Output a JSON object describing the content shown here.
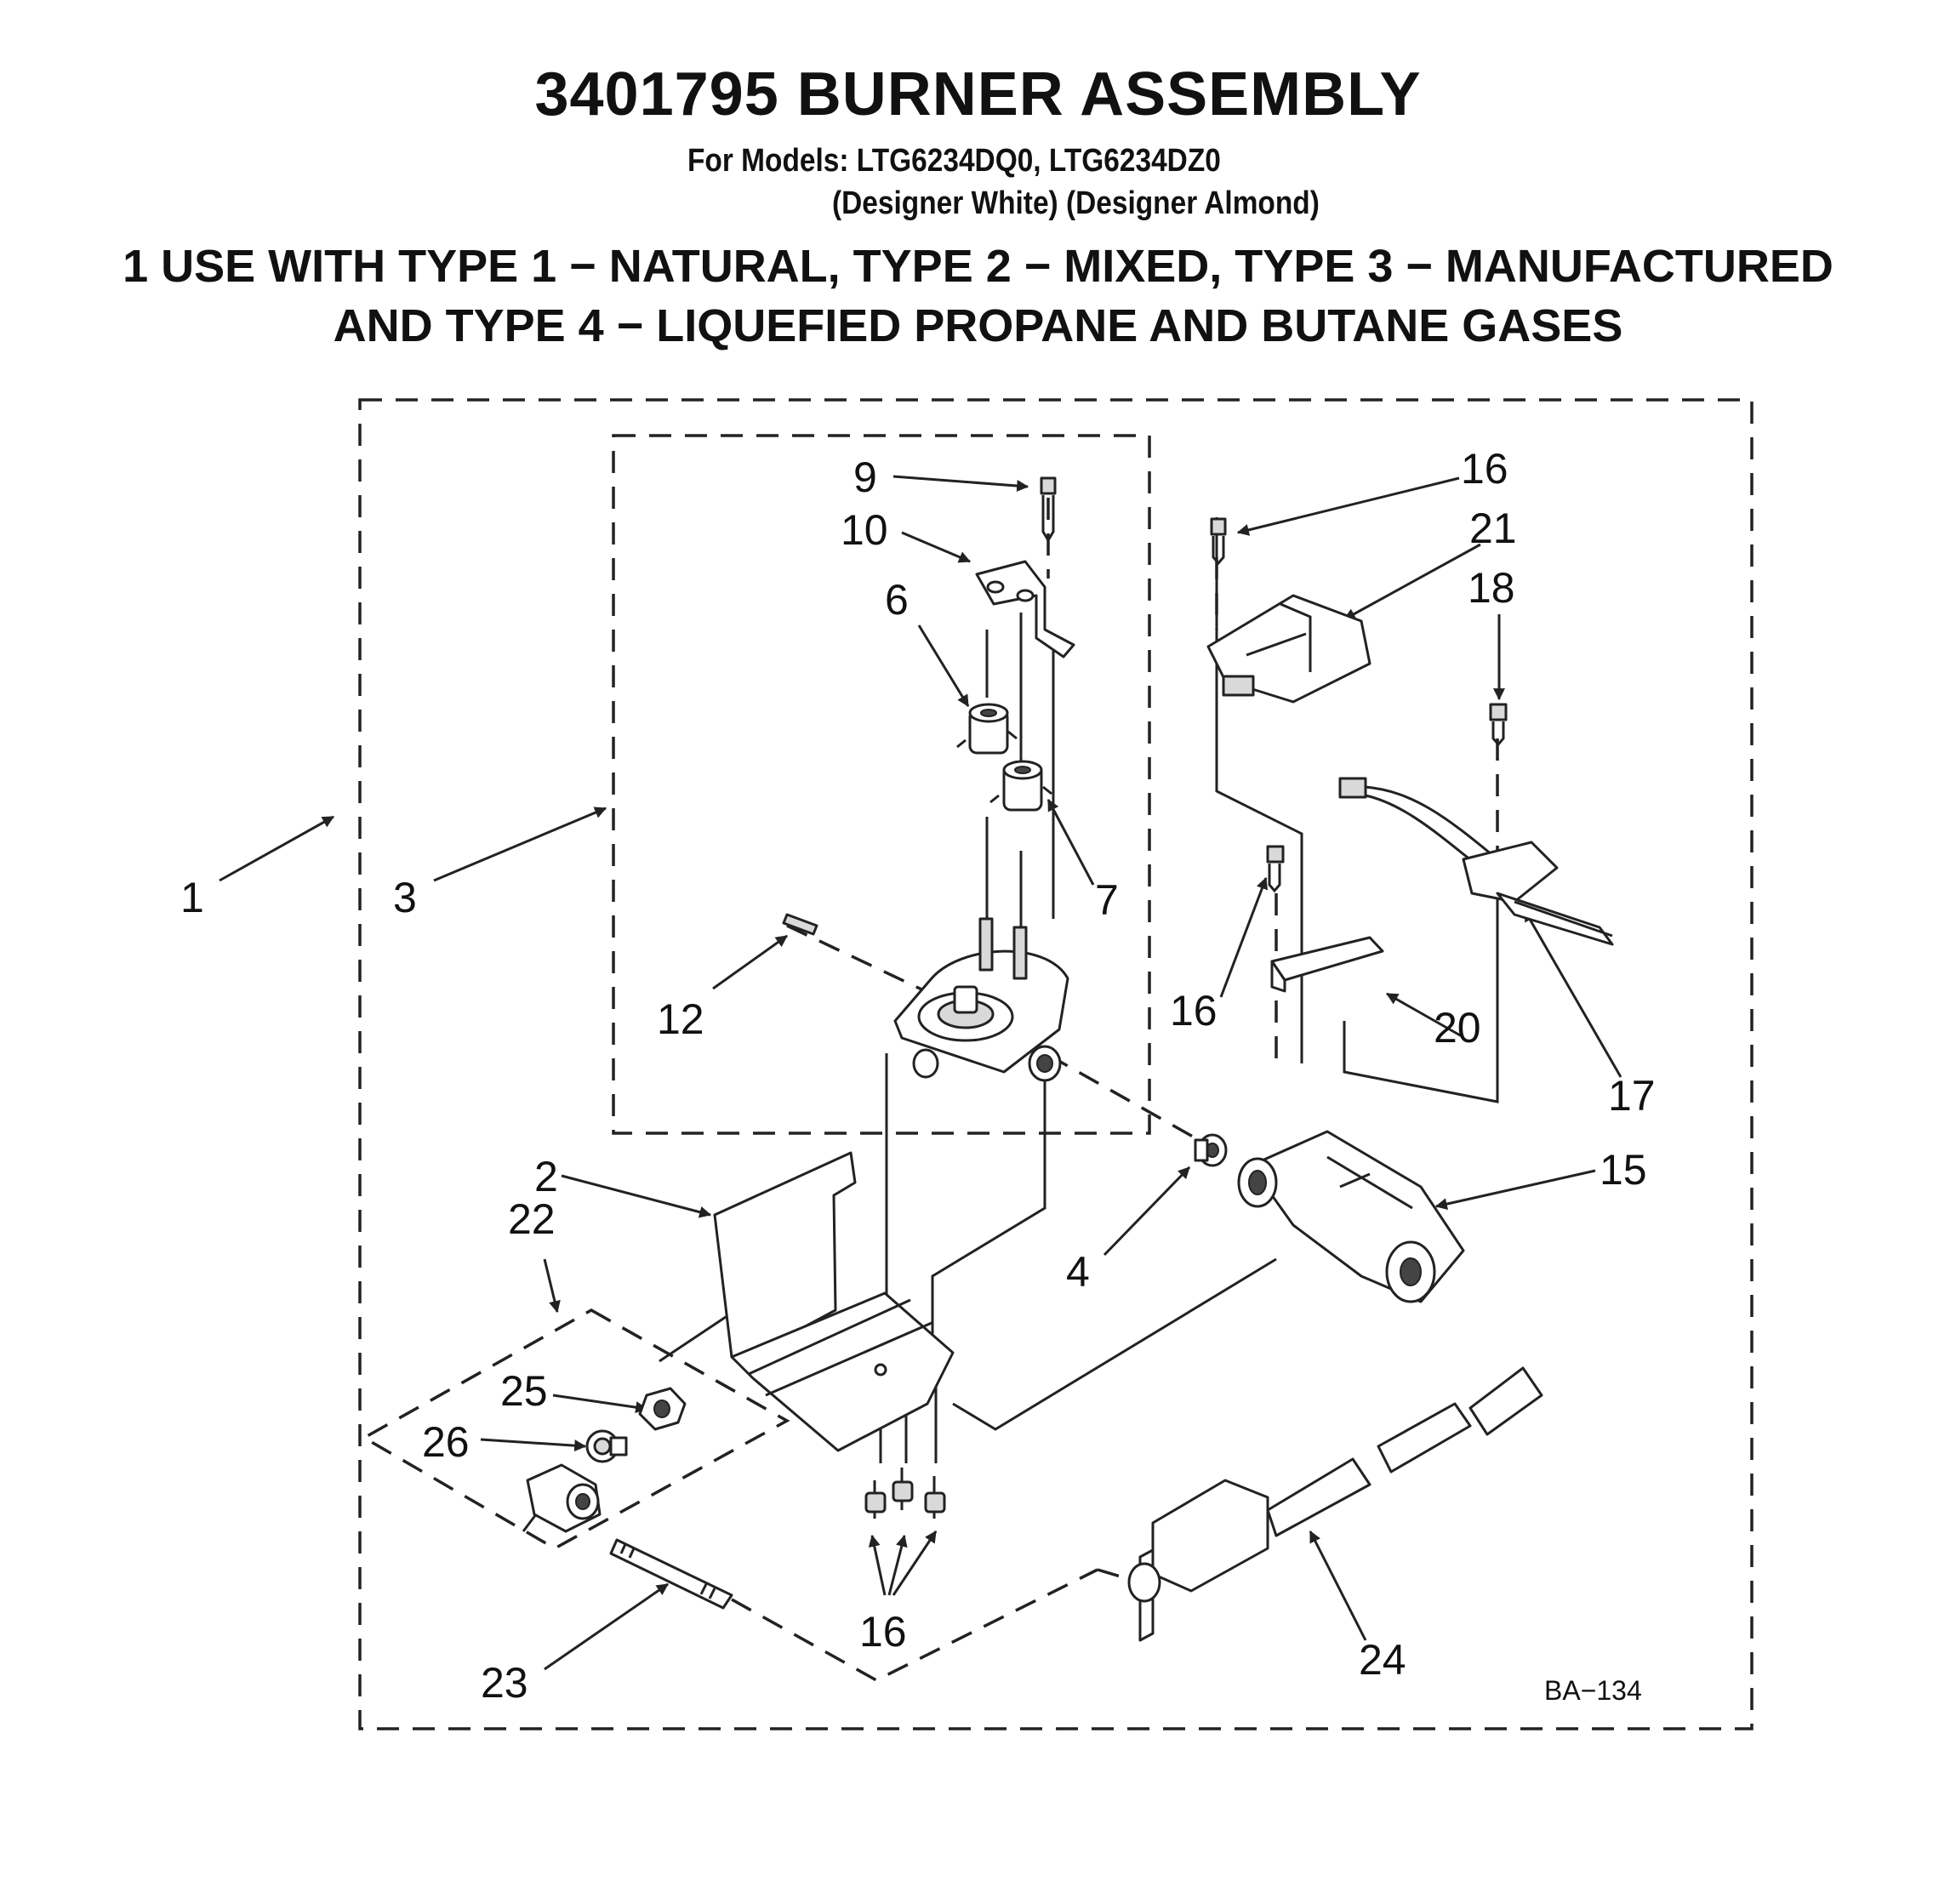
{
  "header": {
    "title": "3401795 BURNER ASSEMBLY",
    "models": "For Models: LTG6234DQ0, LTG6234DZ0",
    "finish": "(Designer White) (Designer Almond)",
    "use_line1": "1 USE WITH TYPE 1 − NATURAL, TYPE 2 − MIXED, TYPE 3 − MANUFACTURED",
    "use_line2": "AND TYPE 4 − LIQUEFIED PROPANE AND BUTANE GASES"
  },
  "callouts": {
    "c1": "1",
    "c2": "2",
    "c3": "3",
    "c4": "4",
    "c6": "6",
    "c7": "7",
    "c9": "9",
    "c10": "10",
    "c12": "12",
    "c15": "15",
    "c16a": "16",
    "c16b": "16",
    "c16c": "16",
    "c17": "17",
    "c18": "18",
    "c20": "20",
    "c21": "21",
    "c22": "22",
    "c23": "23",
    "c24": "24",
    "c25": "25",
    "c26": "26"
  },
  "drawing_code": "BA−134"
}
